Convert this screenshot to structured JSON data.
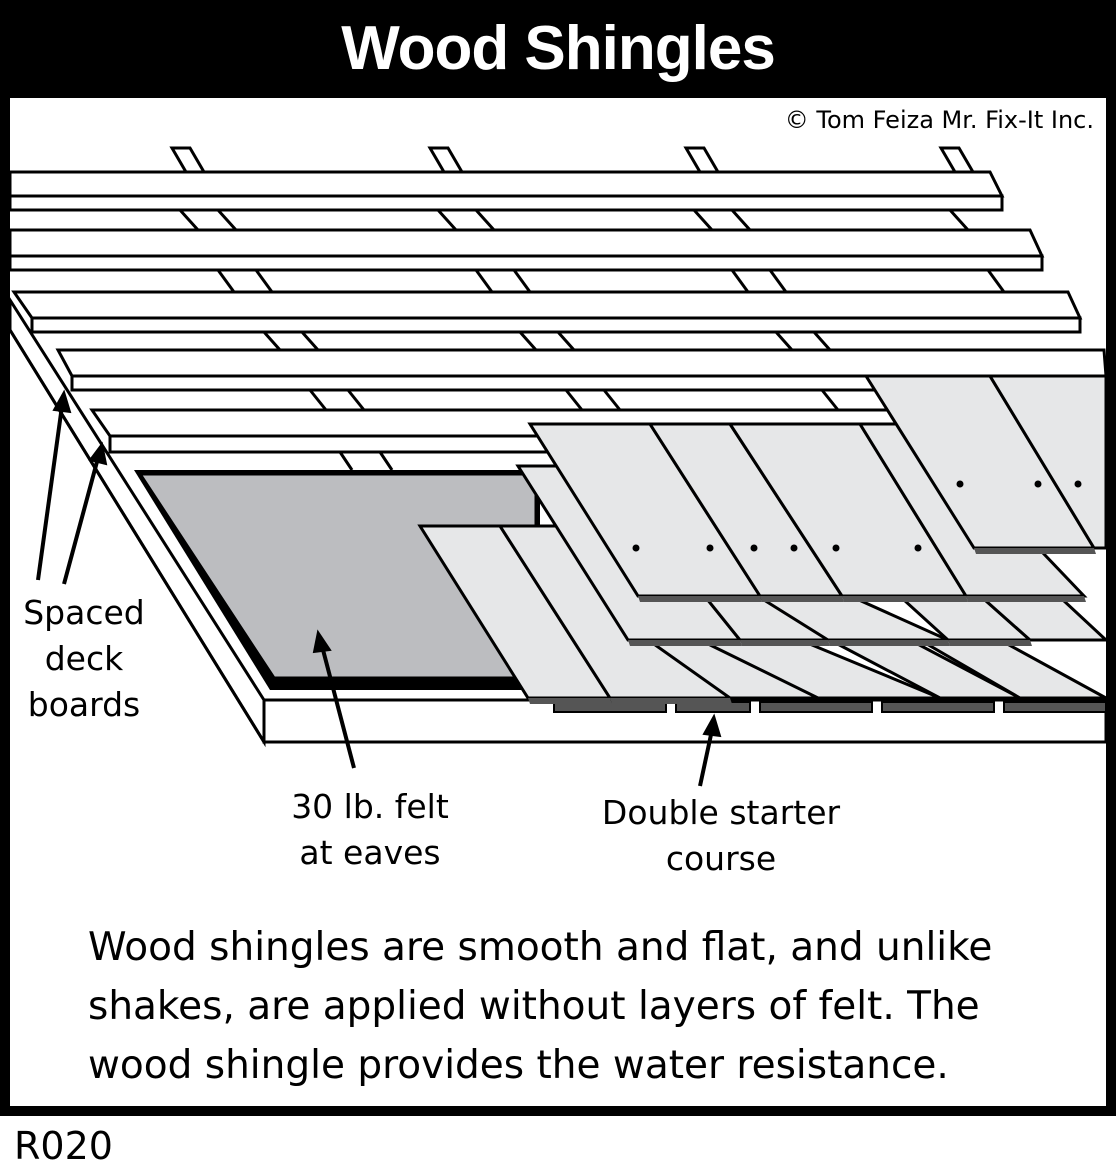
{
  "title": "Wood Shingles",
  "copyright": "© Tom Feiza Mr. Fix-It Inc.",
  "labels": {
    "deck_boards": "Spaced deck boards",
    "felt": "30 lb. felt at eaves",
    "starter": "Double starter course"
  },
  "caption": "Wood shingles are smooth and flat, and unlike shakes, are applied without layers of felt.  The wood shingle provides the water resistance.",
  "code": "R020",
  "colors": {
    "ink": "#000000",
    "shingle": "#e6e7e8",
    "felt": "#bcbdc0",
    "shadow": "#555555"
  }
}
